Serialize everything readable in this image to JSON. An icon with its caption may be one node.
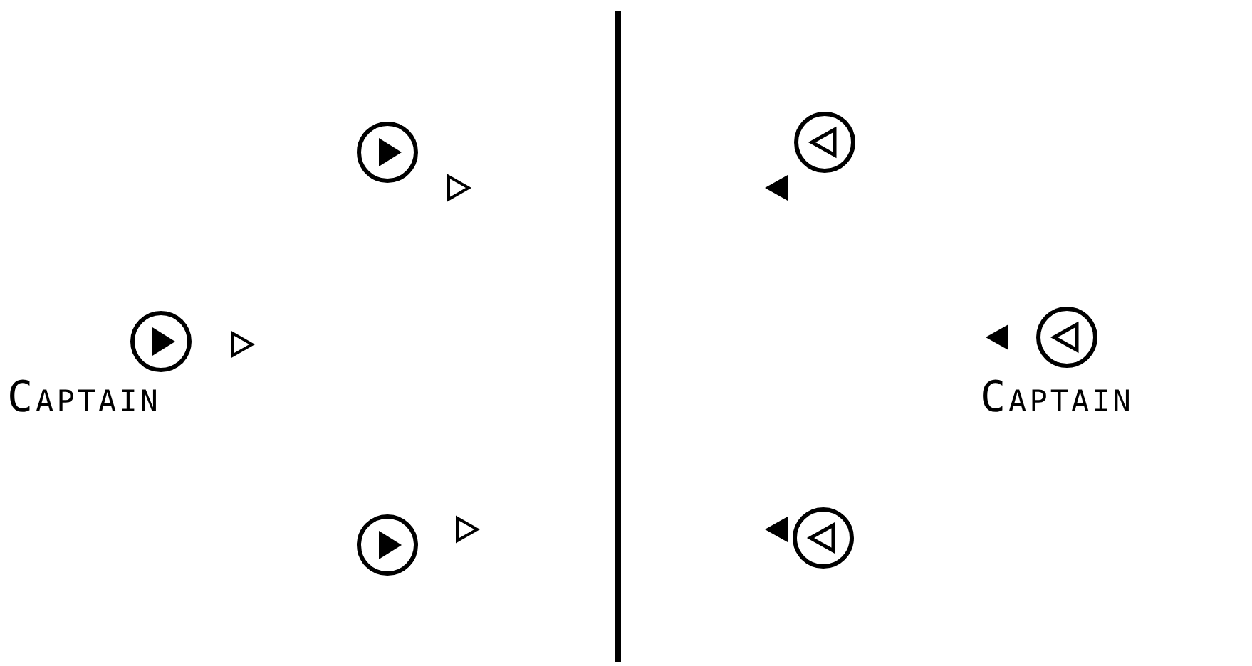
{
  "diagram": {
    "nodes": [
      {
        "text": [],
        "shape": "circle"
      },
      {
        "text": [],
        "shape": "circle"
      },
      {
        "text": [],
        "shape": "circle",
        "beside": [
          "Captain"
        ]
      },
      {
        "text": [],
        "shape": "circle",
        "beside": [
          "Captain"
        ]
      },
      {
        "text": [],
        "shape": "circle"
      },
      {
        "text": [],
        "shape": "circle"
      }
    ]
  }
}
